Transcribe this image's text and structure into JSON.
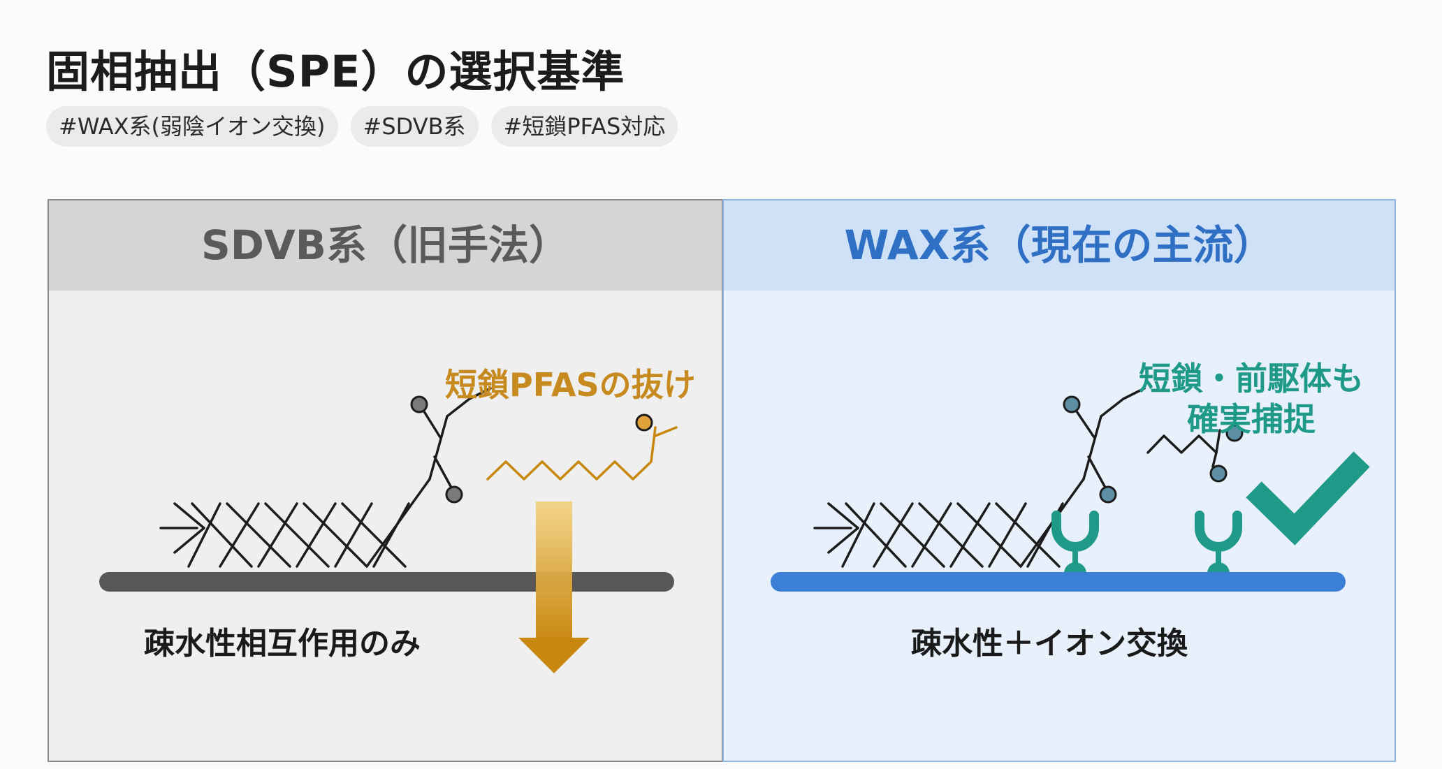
{
  "title": "固相抽出（SPE）の選択基準",
  "tags": [
    "#WAX系(弱陰イオン交換)",
    "#SDVB系",
    "#短鎖PFAS対応"
  ],
  "left": {
    "header": "SDVB系（旧手法）",
    "leak_note": "短鎖PFASの抜け",
    "caption": "疎水性相互作用のみ",
    "colors": {
      "base": "#575757",
      "arrow": "#c8870f",
      "ball": "#7a7a7a"
    }
  },
  "right": {
    "header": "WAX系（現在の主流）",
    "capture_note": [
      "短鎖・前駆体も",
      "確実捕捉"
    ],
    "caption": "疎水性＋イオン交換",
    "colors": {
      "base": "#3b7fd6",
      "magnet": "#1f9a88",
      "check": "#1f9a88",
      "ball": "#5c8fa4"
    }
  }
}
